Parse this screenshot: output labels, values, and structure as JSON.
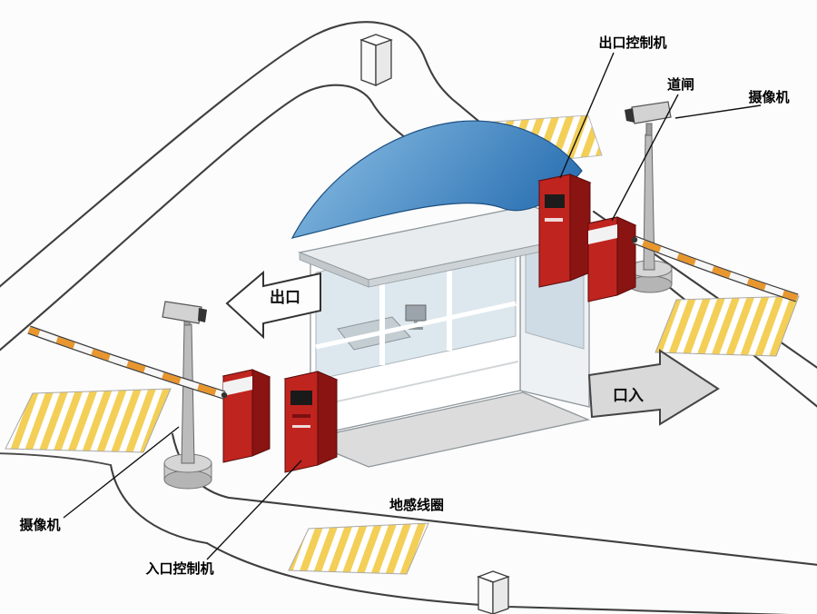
{
  "labels": {
    "exit_controller": "出口控制机",
    "barrier_gate": "道闸",
    "camera_right": "摄像机",
    "camera_left": "摄像机",
    "entry_controller": "入口控制机",
    "ground_loop": "地感线圈",
    "exit_direction": "出口",
    "entry_direction": "口入"
  },
  "colors": {
    "machine_red": "#c0241f",
    "machine_red_dark": "#8a1412",
    "machine_red_top": "#d8504a",
    "canopy_blue_light": "#8fc2e6",
    "canopy_blue_dark": "#2f74b5",
    "stripe_yellow": "#f3cf57",
    "arm_orange": "#e8962e",
    "arm_white": "#f7f7f7",
    "road_line": "#3f3f3f",
    "pole_gray": "#bcbcbc",
    "pole_base_gray": "#c9c9c9",
    "arrow_gray": "#d9d9d9",
    "exit_arrow_white": "#fdfdfd",
    "glass_blue": "#dde7ee",
    "roof_gray": "#e8ecee",
    "booth_white": "#ffffff"
  }
}
